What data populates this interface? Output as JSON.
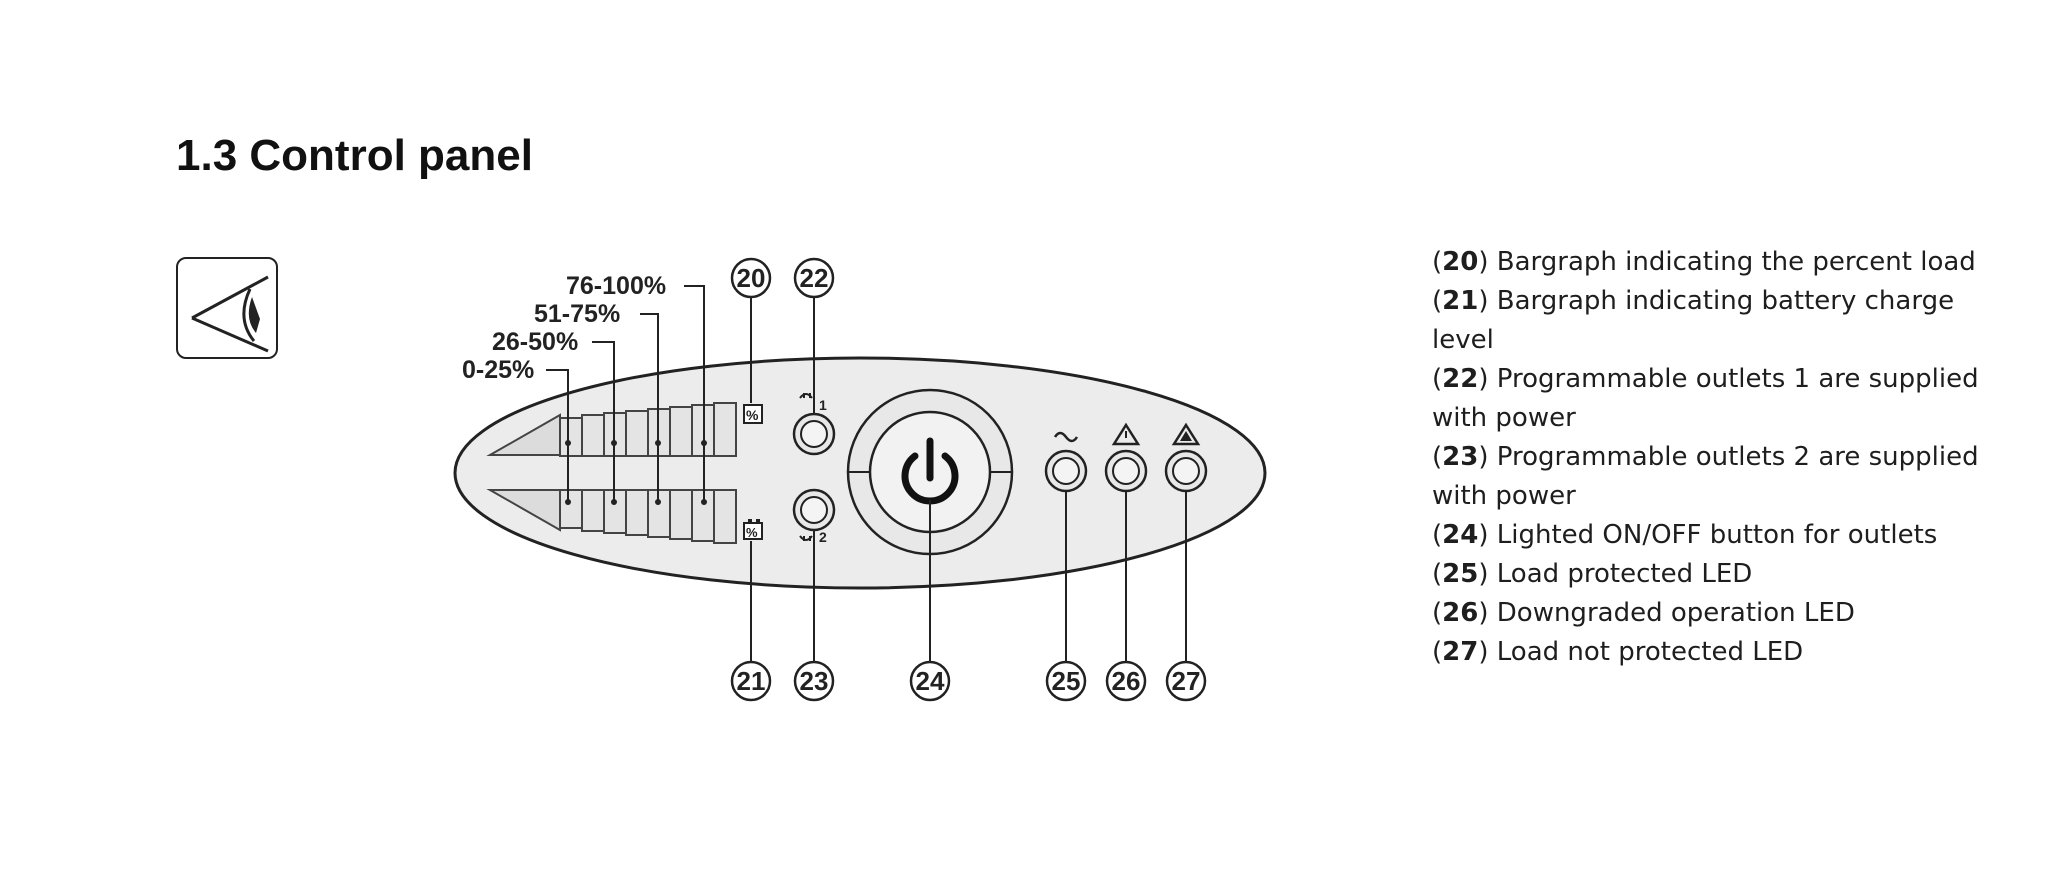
{
  "section": {
    "title": "1.3 Control panel"
  },
  "icons": {
    "note": "eye-icon"
  },
  "bargraph_labels": [
    "0-25%",
    "26-50%",
    "51-75%",
    "76-100%"
  ],
  "symbols": {
    "load_percent": "%",
    "battery_percent": "%",
    "outlet1": "1",
    "outlet2": "2"
  },
  "callouts": {
    "c20": "20",
    "c21": "21",
    "c22": "22",
    "c23": "23",
    "c24": "24",
    "c25": "25",
    "c26": "26",
    "c27": "27"
  },
  "legend": [
    {
      "num": "20",
      "text": "Bargraph indicating the percent load"
    },
    {
      "num": "21",
      "text": "Bargraph indicating battery charge level"
    },
    {
      "num": "22",
      "text": "Programmable outlets 1 are supplied with power"
    },
    {
      "num": "23",
      "text": "Programmable outlets 2 are supplied with power"
    },
    {
      "num": "24",
      "text": "Lighted ON/OFF button for outlets"
    },
    {
      "num": "25",
      "text": "Load protected LED"
    },
    {
      "num": "26",
      "text": "Downgraded operation LED"
    },
    {
      "num": "27",
      "text": "Load not protected LED"
    }
  ]
}
